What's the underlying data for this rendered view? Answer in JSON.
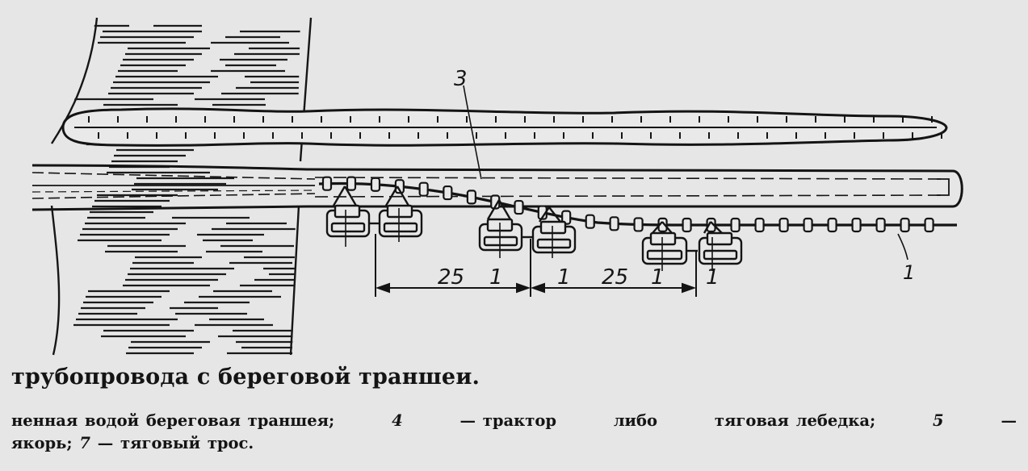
{
  "labels": {
    "cable_ref": "3",
    "tractor_ref": "1",
    "spacing_left": "25",
    "spacing_right": "25",
    "tractor_a": "1",
    "tractor_b": "1",
    "tractor_c": "1",
    "tractor_d": "1"
  },
  "caption": {
    "title": "трубопровода с береговой траншеи.",
    "line1_parts": [
      "ненная водой береговая траншея;",
      "4",
      "— трактор",
      "либо",
      "тяговая лебедка;",
      "5",
      "—"
    ],
    "line2_parts": [
      "якорь;",
      "7",
      "— тяговый трос."
    ]
  },
  "colors": {
    "background": "#e6e6e6",
    "ink": "#141414"
  }
}
